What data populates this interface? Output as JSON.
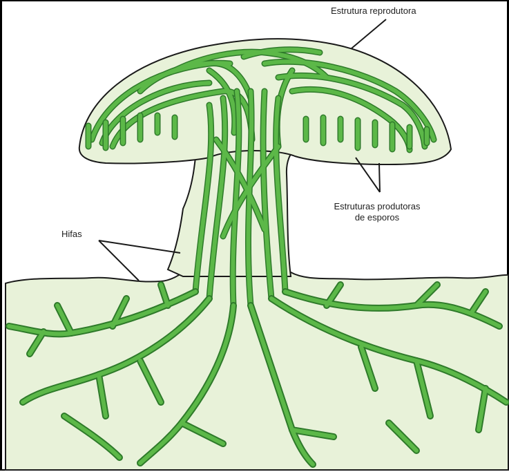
{
  "labels": {
    "reproductive_structure": "Estrutura reprodutora",
    "spore_structures_line1": "Estruturas produtoras",
    "spore_structures_line2": "de esporos",
    "hyphae": "Hifas"
  },
  "colors": {
    "background_fill": "#e8f2d9",
    "hypha_fill": "#5cb848",
    "hypha_outline": "#2e7a2a",
    "outline": "#1a1a1a",
    "label_text": "#1e1e1e"
  }
}
